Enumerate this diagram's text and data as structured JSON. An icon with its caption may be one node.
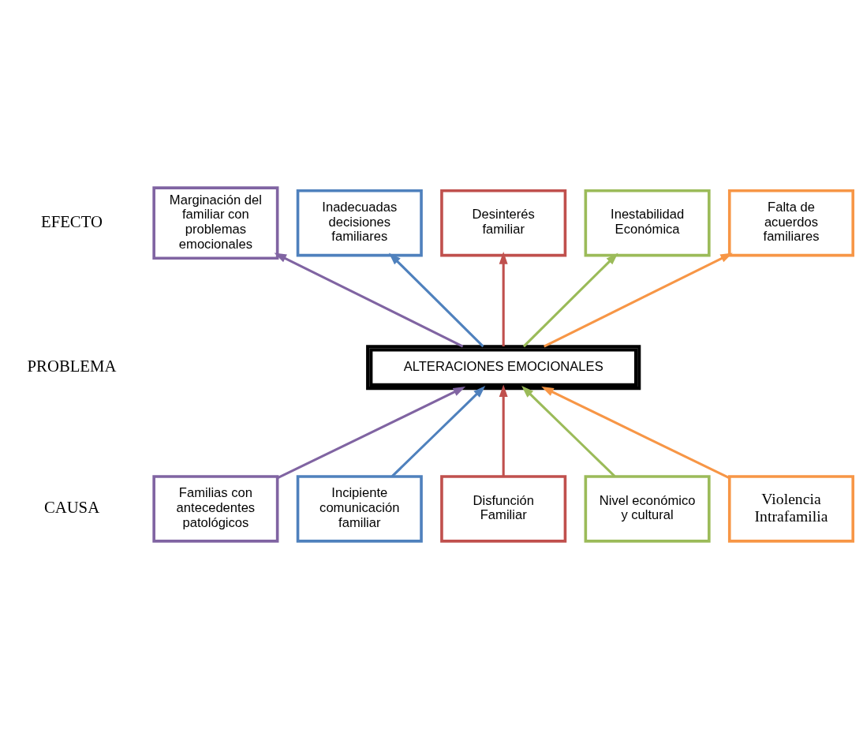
{
  "diagram": {
    "nodes": [
      {
        "text": [
          "Marginación del familiar con problemas emocionales"
        ]
      },
      {
        "text": [
          "Inadecuadas decisiones familiares"
        ]
      },
      {
        "text": [
          "Desinterés familiar"
        ]
      },
      {
        "text": [
          "Inestabilidad Económica"
        ]
      },
      {
        "text": [
          "Falta de acuerdos familiares"
        ]
      },
      {
        "text": [
          "ALTERACIONES EMOCIONALES"
        ]
      },
      {
        "text": [
          "Familias con antecedentes patológicos"
        ]
      },
      {
        "text": [
          "Incipiente comunicación familiar"
        ]
      },
      {
        "text": [
          "Disfunción Familiar"
        ]
      },
      {
        "text": [
          "Nivel económico y cultural"
        ]
      },
      {
        "text": [
          "Violencia Intrafamilia"
        ]
      }
    ],
    "edges": [
      {
        "from": 5,
        "to": 0,
        "arrow": "to",
        "color": "#8064a2"
      },
      {
        "from": 5,
        "to": 1,
        "arrow": "to",
        "color": "#4f81bd"
      },
      {
        "from": 5,
        "to": 2,
        "arrow": "to",
        "color": "#c0504d"
      },
      {
        "from": 5,
        "to": 3,
        "arrow": "to",
        "color": "#9bbb59"
      },
      {
        "from": 5,
        "to": 4,
        "arrow": "to",
        "color": "#f79646"
      },
      {
        "from": 6,
        "to": 5,
        "arrow": "to",
        "color": "#8064a2"
      },
      {
        "from": 7,
        "to": 5,
        "arrow": "to",
        "color": "#4f81bd"
      },
      {
        "from": 8,
        "to": 5,
        "arrow": "to",
        "color": "#c0504d"
      },
      {
        "from": 9,
        "to": 5,
        "arrow": "to",
        "color": "#9bbb59"
      },
      {
        "from": 10,
        "to": 5,
        "arrow": "to",
        "color": "#f79646"
      }
    ],
    "labels": [
      "EFECTO",
      "PROBLEMA",
      "CAUSA"
    ]
  }
}
